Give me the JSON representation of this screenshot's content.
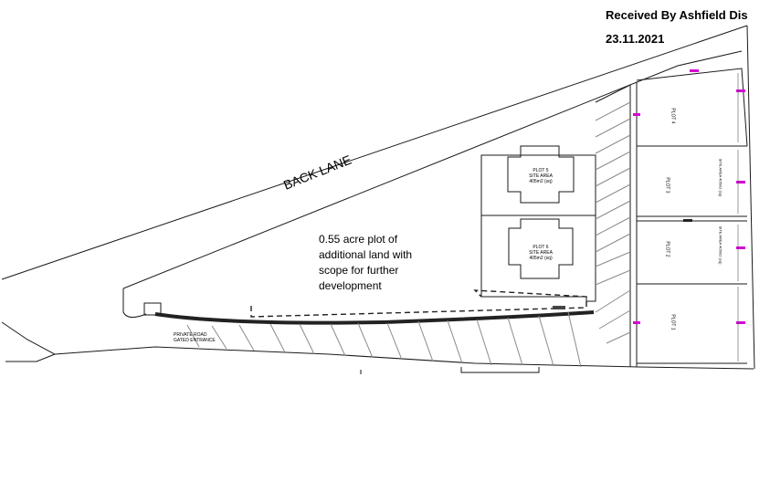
{
  "stamp": {
    "received_text": "Received By Ashfield Dis",
    "date_text": "23.11.2021"
  },
  "plan": {
    "road_label": "BACK LANE",
    "additional_land_note": [
      "0.55 acre plot of",
      "additional land with",
      "scope for further",
      "development"
    ],
    "private_road_label": [
      "PRIVATE ROAD",
      "GATED ENTRANCE"
    ],
    "plots": [
      {
        "name": "PLOT 5",
        "sub": "SITE AREA 405m2 (sq)"
      },
      {
        "name": "PLOT 6",
        "sub": "SITE AREA 405m2 (sq)"
      }
    ],
    "side_plots": [
      {
        "name": "PLOT 4"
      },
      {
        "name": "PLOT 3",
        "sub": "SITE AREA 405m2 (sq)"
      },
      {
        "name": "PLOT 2",
        "sub": "SITE AREA 405m2 (sq)"
      },
      {
        "name": "PLOT 1"
      }
    ],
    "colors": {
      "line": "#1a1a1a",
      "dim_marker": "#d400d4",
      "dashed_boundary": "#222222"
    }
  }
}
